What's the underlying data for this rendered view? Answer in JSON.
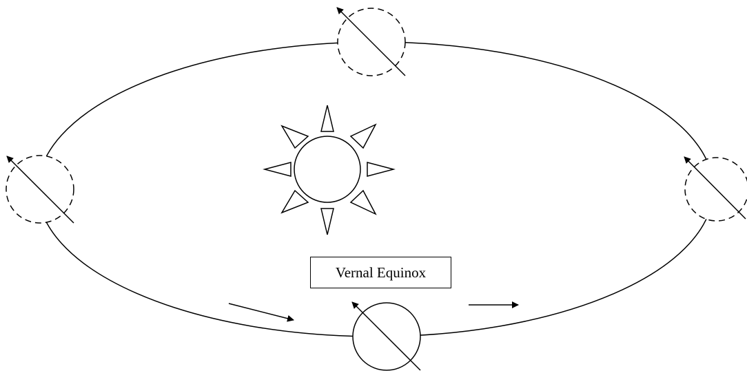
{
  "label": {
    "text": "Vernal Equinox"
  },
  "positions": [
    {
      "name": "top",
      "style": "dashed"
    },
    {
      "name": "left",
      "style": "dashed"
    },
    {
      "name": "right",
      "style": "dashed"
    },
    {
      "name": "bottom",
      "style": "solid"
    }
  ],
  "colors": {
    "stroke": "#000000",
    "background": "#ffffff"
  }
}
